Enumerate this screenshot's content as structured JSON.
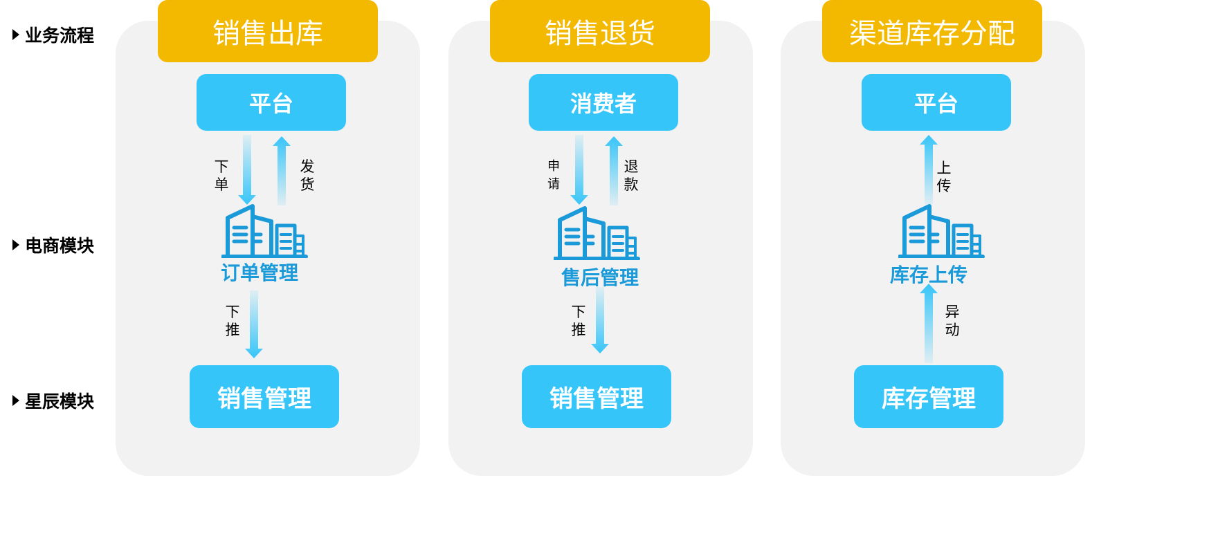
{
  "row_labels": [
    "业务流程",
    "电商模块",
    "星辰模块"
  ],
  "colors": {
    "header": "#f2b900",
    "box": "#36c5f9",
    "icon": "#1a9ad9",
    "panel": "#f2f2f2"
  },
  "columns": [
    {
      "title": "销售出库",
      "top": "平台",
      "module": "订单管理",
      "bottom": "销售管理",
      "labels": [
        "下单",
        "发货",
        "下推"
      ]
    },
    {
      "title": "销售退货",
      "top": "消费者",
      "module": "售后管理",
      "bottom": "销售管理",
      "labels": [
        "申请",
        "退款",
        "下推"
      ]
    },
    {
      "title": "渠道库存分配",
      "top": "平台",
      "module": "库存上传",
      "bottom": "库存管理",
      "labels": [
        "上传",
        "异动"
      ]
    }
  ],
  "icons": {
    "module": "building-icon",
    "flow": "arrow-icon"
  }
}
